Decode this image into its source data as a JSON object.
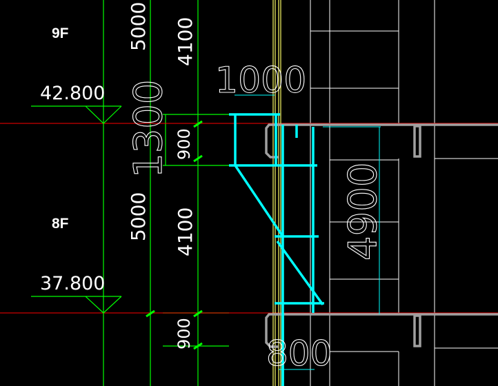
{
  "drawing": {
    "floors": [
      {
        "id": "9f",
        "label": "9F",
        "elevation": "42.800",
        "storey_dim": "5000",
        "clear_dim": "4100"
      },
      {
        "id": "8f",
        "label": "8F",
        "elevation": "37.800",
        "storey_dim": "5000",
        "clear_dim": "4100"
      }
    ],
    "dims": {
      "top_width": "1000",
      "bracket_height": "1300",
      "upper_guard": "900",
      "brace_height": "4900",
      "lower_guard": "900",
      "bottom_width": "800"
    },
    "colors": {
      "background": "#000000",
      "grid_green": "#00ff00",
      "floor_red": "#ff0000",
      "scaffold_cyan": "#00ffff",
      "slab_gray": "#a0a0a0",
      "column_yellow": "#ffff66",
      "text_white": "#ffffff"
    }
  }
}
